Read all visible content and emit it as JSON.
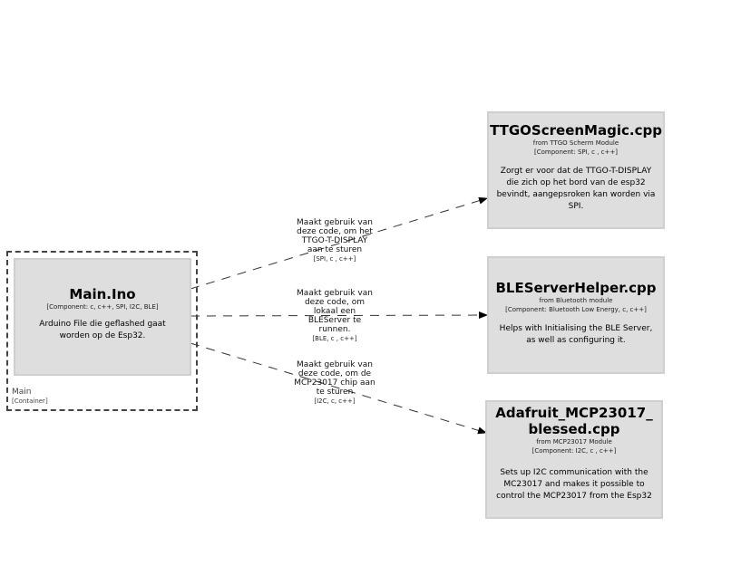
{
  "container": {
    "name": "Main",
    "type": "[Container]"
  },
  "nodes": {
    "main": {
      "title": "Main.Ino",
      "tech": "[Component: c, c++, SPI, I2C, BLE]",
      "desc": "Arduino File die geflashed gaat worden op de Esp32."
    },
    "ttgo": {
      "title": "TTGOScreenMagic.cpp",
      "from": "from TTGO Scherm Module",
      "tech": "[Component: SPI, c , c++]",
      "desc": "Zorgt er voor dat de TTGO-T-DISPLAY die zich op het bord van de esp32 bevindt, aangepsroken kan worden via SPI."
    },
    "ble": {
      "title": "BLEServerHelper.cpp",
      "from": "from Bluetooth module",
      "tech": "[Component: Bluetooth Low Energy, c, c++]",
      "desc": "Helps with Initialising the BLE Server, as well as configuring it."
    },
    "mcp": {
      "title": "Adafruit_MCP23017_blessed.cpp",
      "from": "from MCP23017 Module",
      "tech": "[Component: I2C, c , c++]",
      "desc": "Sets up I2C communication with the MC23017 and makes it possible to control the MCP23017 from the Esp32"
    }
  },
  "edges": {
    "to_ttgo": {
      "text": "Maakt gebruik van deze code, om het TTGO-T-DISPLAY aan te sturen",
      "tech": "[SPI, c , c++]"
    },
    "to_ble": {
      "text": "Maakt gebruik van deze code, om lokaal een BLEServer te runnen.",
      "tech": "[BLE, c , c++]"
    },
    "to_mcp": {
      "text": "Maakt gebruik van deze code, om de MCP23017 chip aan te sturen",
      "tech": "[I2C, c, c++]"
    }
  }
}
